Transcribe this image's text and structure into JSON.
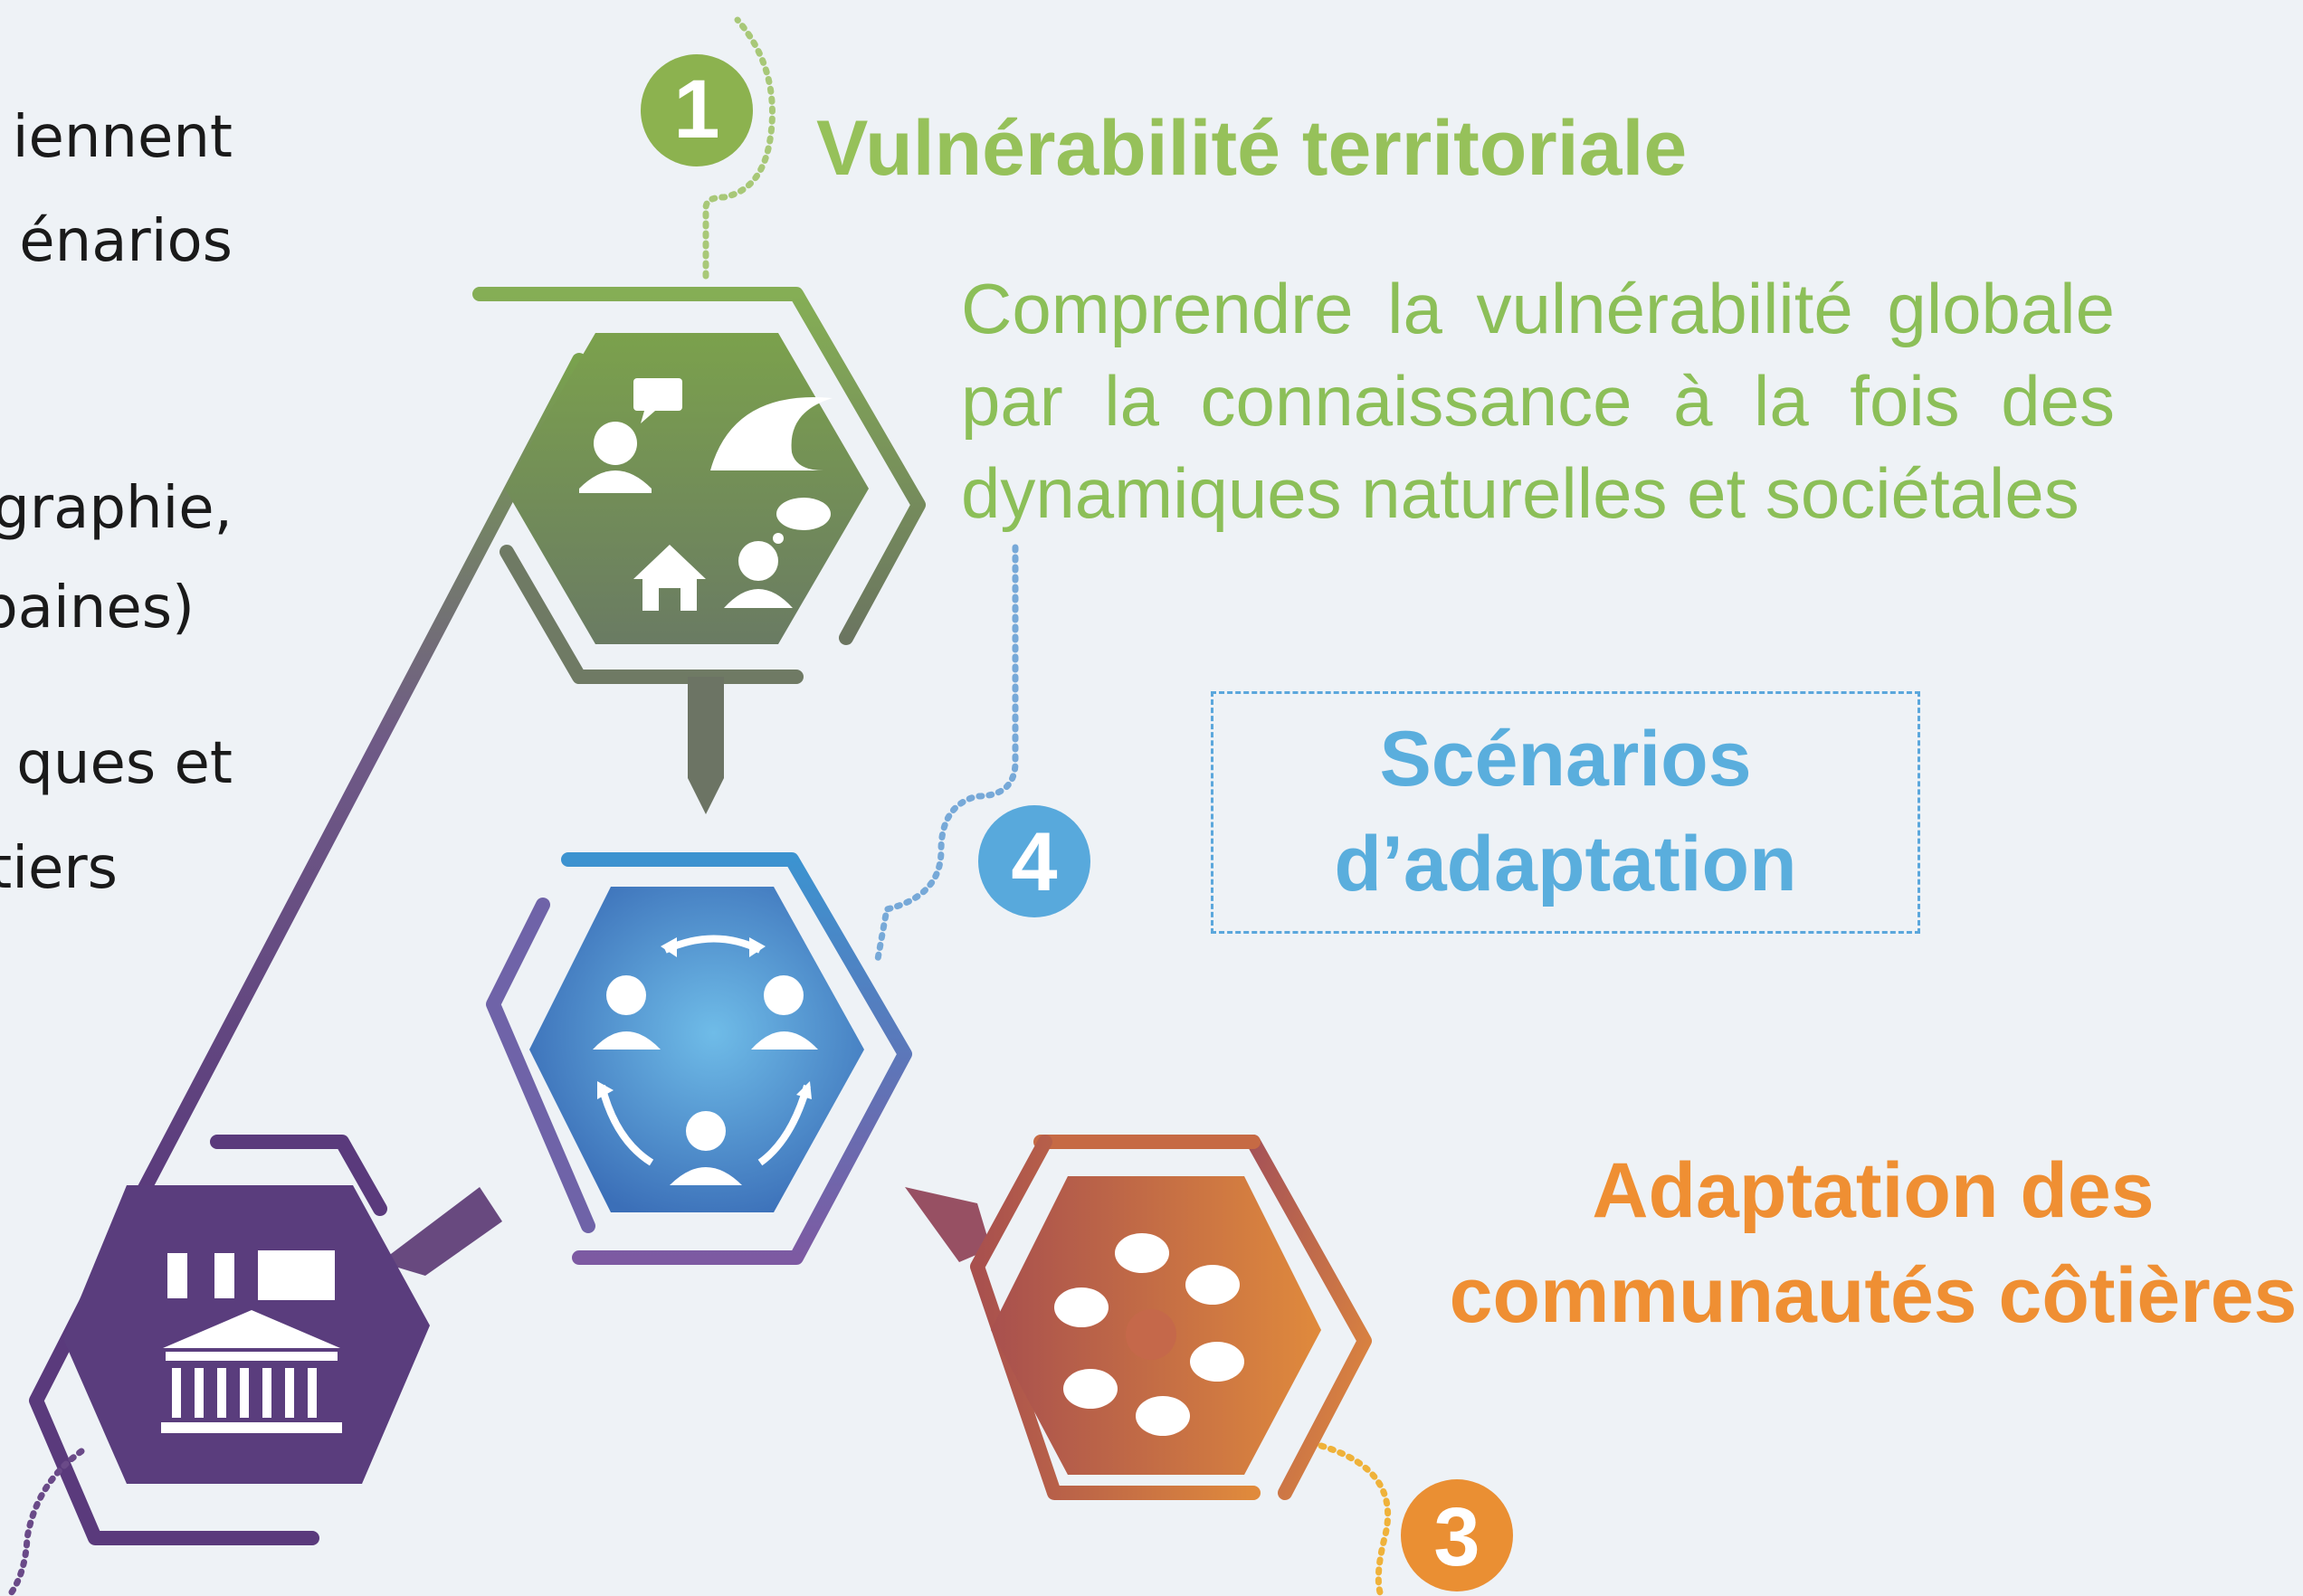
{
  "left_fragments": [
    "iennent",
    "énarios",
    "graphie,",
    "paines)",
    "ques  et",
    "tiers"
  ],
  "section1": {
    "number": "1",
    "title": "Vulnérabilité territoriale",
    "description": "Comprendre la vulnérabilité globale par la connaissance à la fois des dynamiques naturelles et sociétales"
  },
  "section4": {
    "number": "4"
  },
  "scenarios_box": {
    "line1": "Scénarios",
    "line2": "d’adaptation"
  },
  "section3": {
    "number": "3",
    "line1": "Adaptation des",
    "line2": "communautés côtières"
  },
  "colors": {
    "green": "#7aa94a",
    "blue": "#4d9fd6",
    "purple": "#5a3d7d",
    "orange": "#e8893a",
    "red_orange": "#b4574b"
  },
  "icons": [
    "people-wave-house-icon",
    "people-cycle-icon",
    "government-building-icon",
    "hands-circle-icon"
  ]
}
